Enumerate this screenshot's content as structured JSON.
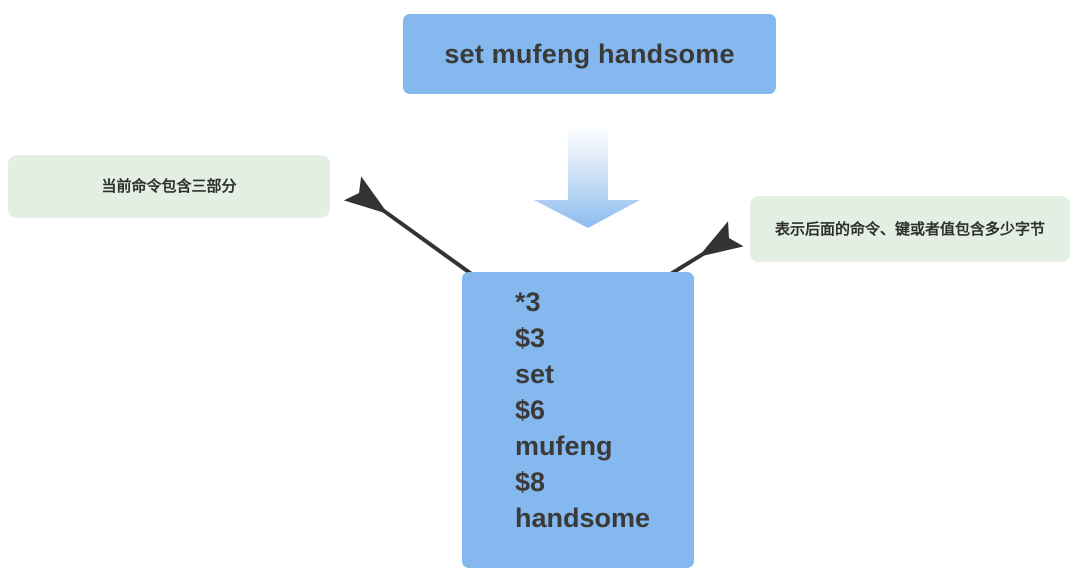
{
  "diagram": {
    "title_box": {
      "label": "command-box",
      "text": "set mufeng handsome",
      "fill": "#85b8ef"
    },
    "flow_arrow": {
      "label": "down-arrow",
      "direction": "down",
      "fill_top": "#ffffff",
      "fill_bottom": "#8cbdef"
    },
    "protocol_box": {
      "label": "protocol-box",
      "fill": "#85b8ef",
      "lines": [
        "*3",
        "$3",
        "set",
        "$6",
        "mufeng",
        "$8",
        "handsome"
      ]
    },
    "notes": [
      {
        "id": "note-left",
        "text": "当前命令包含三部分",
        "fill": "#e3efe3",
        "points_to": "*3"
      },
      {
        "id": "note-right",
        "text": "表示后面的命令、键或者值包含多少字节",
        "fill": "#e3efe3",
        "points_to": "$3"
      }
    ],
    "connectors": {
      "left_arrow_color": "#333333",
      "right_arrow_color": "#333333"
    }
  }
}
